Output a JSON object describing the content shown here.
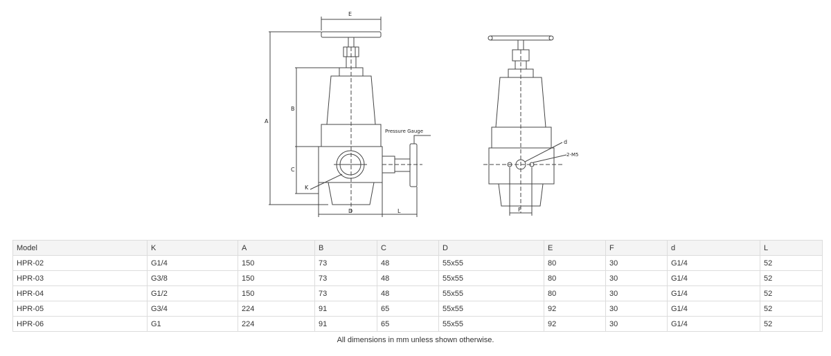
{
  "drawing": {
    "dim_labels": {
      "E": "E",
      "A": "A",
      "B": "B",
      "C": "C",
      "K": "K",
      "D": "D",
      "L": "L",
      "F": "F",
      "d": "d",
      "holes": "2-M5"
    },
    "callout": "Pressure Gauge"
  },
  "table": {
    "columns": [
      "Model",
      "K",
      "A",
      "B",
      "C",
      "D",
      "E",
      "F",
      "d",
      "L"
    ],
    "rows": [
      [
        "HPR-02",
        "G1/4",
        "150",
        "73",
        "48",
        "55x55",
        "80",
        "30",
        "G1/4",
        "52"
      ],
      [
        "HPR-03",
        "G3/8",
        "150",
        "73",
        "48",
        "55x55",
        "80",
        "30",
        "G1/4",
        "52"
      ],
      [
        "HPR-04",
        "G1/2",
        "150",
        "73",
        "48",
        "55x55",
        "80",
        "30",
        "G1/4",
        "52"
      ],
      [
        "HPR-05",
        "G3/4",
        "224",
        "91",
        "65",
        "55x55",
        "92",
        "30",
        "G1/4",
        "52"
      ],
      [
        "HPR-06",
        "G1",
        "224",
        "91",
        "65",
        "55x55",
        "92",
        "30",
        "G1/4",
        "52"
      ]
    ]
  },
  "footnote": "All dimensions in mm unless shown otherwise."
}
